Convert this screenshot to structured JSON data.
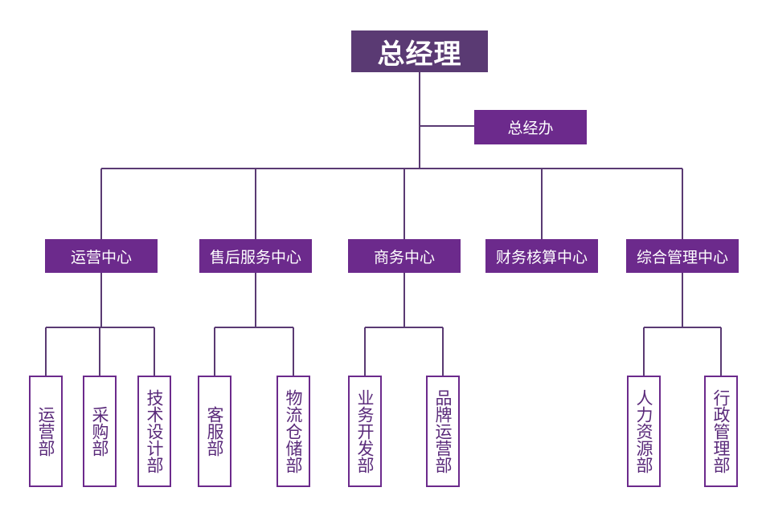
{
  "chart": {
    "top": "总经理",
    "office": "总经办",
    "centers": [
      {
        "label": "运营中心",
        "departments": [
          "运营部",
          "采购部",
          "技术设计部"
        ]
      },
      {
        "label": "售后服务中心",
        "departments": [
          "客服部",
          "物流仓储部"
        ]
      },
      {
        "label": "商务中心",
        "departments": [
          "业务开发部",
          "品牌运营部"
        ]
      },
      {
        "label": "财务核算中心",
        "departments": []
      },
      {
        "label": "综合管理中心",
        "departments": [
          "人力资源部",
          "行政管理部"
        ]
      }
    ]
  },
  "colors": {
    "top_fill": "#5a3a73",
    "box_fill": "#6c2a8c",
    "line": "#5a3a73",
    "dept_text": "#5a2a7a"
  }
}
